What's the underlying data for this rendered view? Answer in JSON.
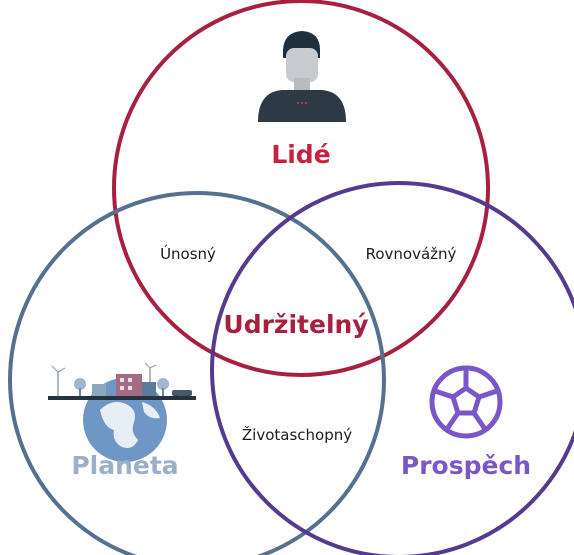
{
  "diagram": {
    "circles": [
      {
        "id": "people",
        "label": "Lidé",
        "color": "#a8203f",
        "icon": "person-icon"
      },
      {
        "id": "planet",
        "label": "Planeta",
        "color": "#5b7a9c",
        "label_color": "#9bb0c8",
        "icon": "planet-city-icon"
      },
      {
        "id": "profit",
        "label": "Prospěch",
        "color": "#5b3f96",
        "label_color": "#7b56c9",
        "icon": "soccer-ball-icon"
      }
    ],
    "overlaps": {
      "people_planet": "Únosný",
      "people_profit": "Rovnovážný",
      "planet_profit": "Životaschopný",
      "center": "Udržitelný"
    },
    "center_color": "#a8203f"
  }
}
